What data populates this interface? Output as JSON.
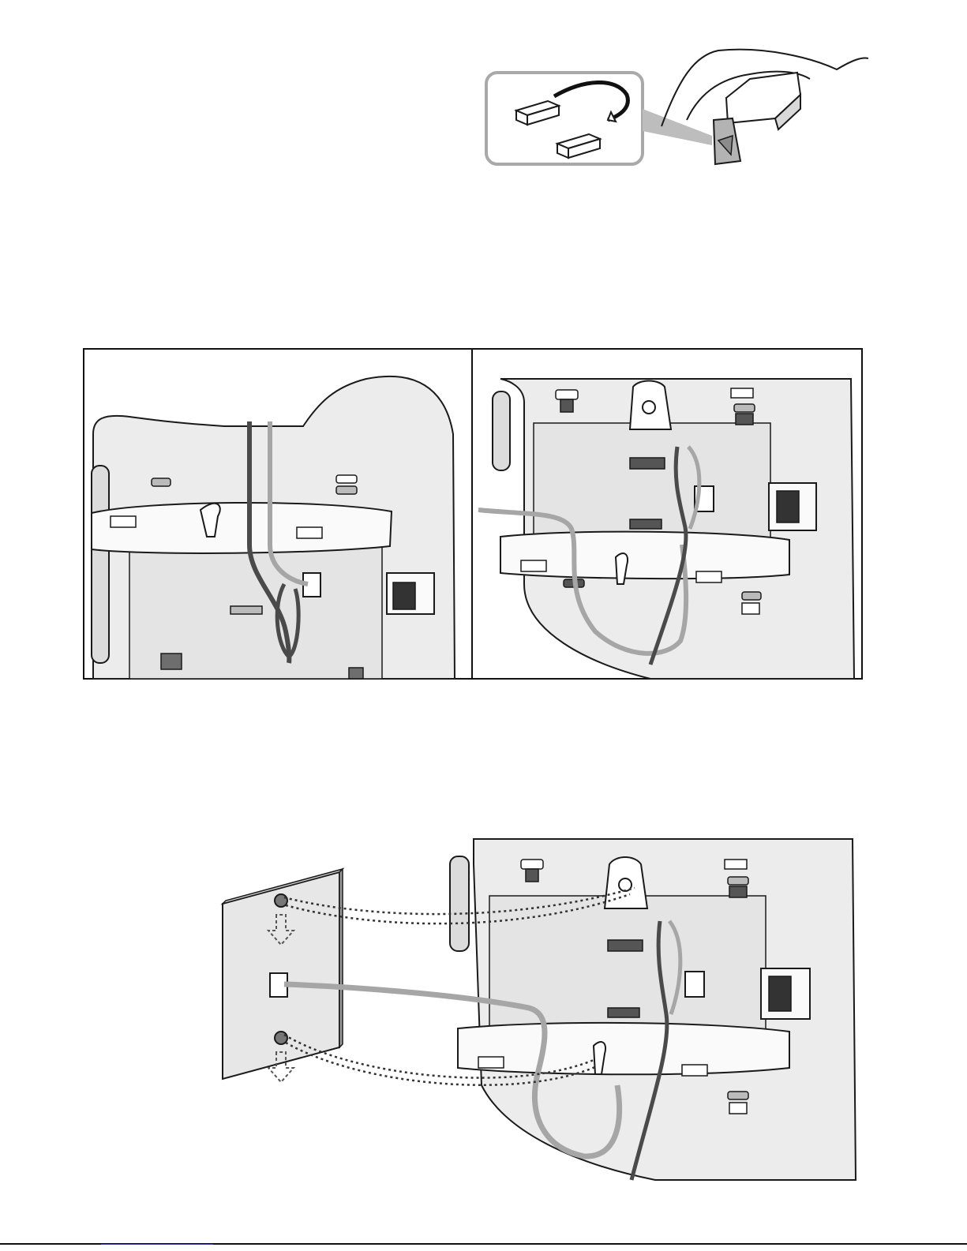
{
  "illustrations": [
    {
      "name": "handset-tab-reverse",
      "icon": "tab-flip-icon"
    },
    {
      "name": "cord-routing-step-1",
      "icon": "cord-routing-icon"
    },
    {
      "name": "cord-routing-step-2",
      "icon": "cord-routing-icon"
    },
    {
      "name": "wall-plate-mounting",
      "icon": "wall-mount-icon"
    }
  ],
  "colors": {
    "outline": "#1a1a1a",
    "body": "#ebebeb",
    "bracket": "#f7f7f7",
    "cord_light": "#a6a6a6",
    "cord_dark": "#4a4a4a",
    "footer_link": "#2a2aff"
  }
}
